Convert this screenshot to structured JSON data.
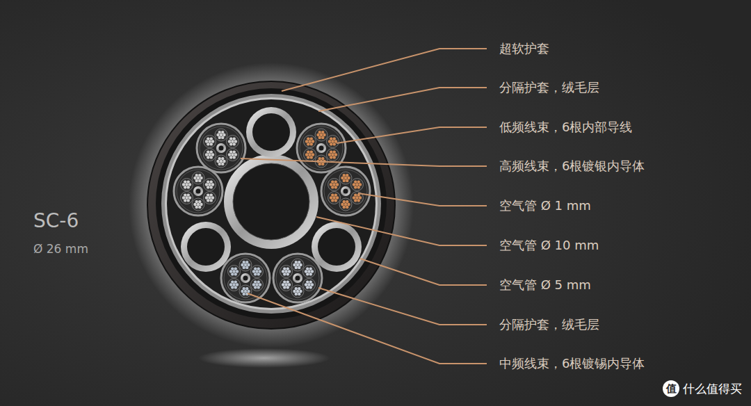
{
  "diagram": {
    "title": "SC-6",
    "labels": [
      "Ø 26 mm",
      "超软护套",
      "分隔护套，绒毛层",
      "低频线束，6根内部导线",
      "高频线束，6根镀银内导体",
      "空气管 Ø 1 mm",
      "空气管 Ø 10 mm",
      "空气管 Ø 5 mm",
      "分隔护套，绒毛层",
      "中频线束，6根镀锡内导体",
      "值",
      "什么值得买"
    ]
  }
}
